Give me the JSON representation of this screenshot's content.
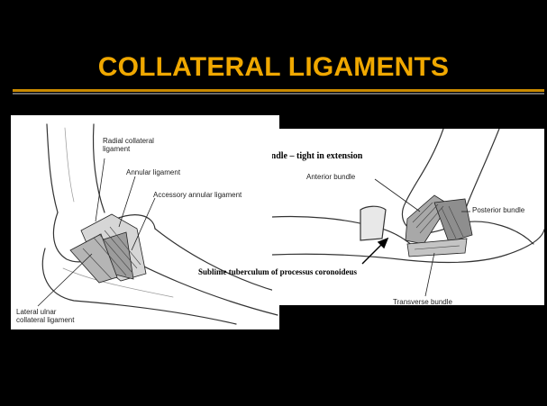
{
  "slide": {
    "title": "COLLATERAL LIGAMENTS",
    "title_color": "#f0a800",
    "background": "#000000"
  },
  "left_figure": {
    "labels": {
      "radial_collateral": "Radial collateral",
      "radial_collateral_2": "ligament",
      "annular": "Annular ligament",
      "accessory_annular": "Accessory annular ligament",
      "lateral_ulnar": "Lateral ulnar",
      "lateral_ulnar_2": "collateral ligament"
    }
  },
  "right_figure": {
    "heading": "Anterior bundle – tight in extension",
    "labels": {
      "anterior_bundle": "Anterior bundle",
      "posterior_bundle": "Posterior bundle",
      "transverse_bundle": "Transverse bundle"
    }
  },
  "callout": "Sublime tuberculum of processus coronoideus"
}
